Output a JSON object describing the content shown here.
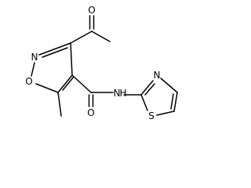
{
  "molecule": {
    "atoms": {
      "O_acetyl": "O",
      "N_isoxazole": "N",
      "O_isoxazole": "O",
      "O_amide": "O",
      "N_amide": "N",
      "H_amide": "H",
      "N_thiazole": "N",
      "S_thiazole": "S"
    }
  },
  "colors": {
    "bond": "#000000",
    "label": "#000000",
    "background": "#ffffff"
  }
}
